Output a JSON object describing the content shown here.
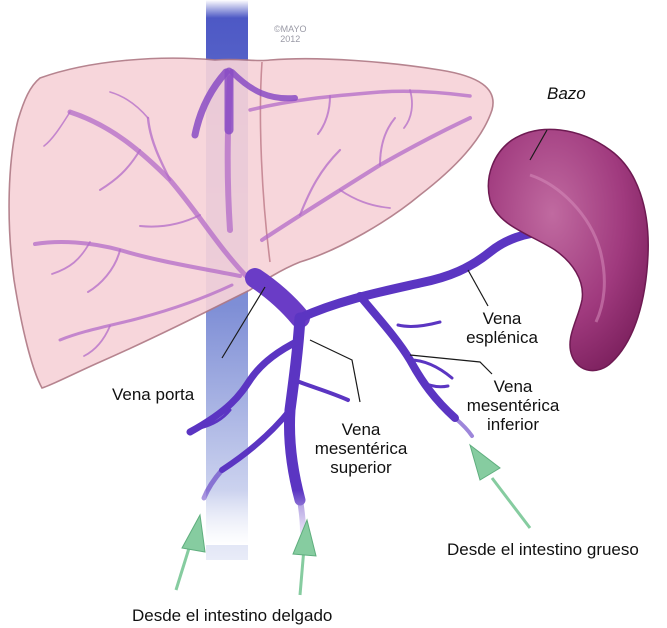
{
  "copyright": {
    "line1": "©MAYO",
    "line2": "2012"
  },
  "labels": {
    "spleen": "Bazo",
    "splenic_vein": {
      "line1": "Vena",
      "line2": "esplénica"
    },
    "portal_vein": "Vena porta",
    "inferior_mesenteric": {
      "line1": "Vena",
      "line2": "mesentérica",
      "line3": "inferior"
    },
    "superior_mesenteric": {
      "line1": "Vena",
      "line2": "mesentérica",
      "line3": "superior"
    },
    "from_large_intestine": "Desde el intestino grueso",
    "from_small_intestine": "Desde el intestino delgado"
  },
  "colors": {
    "liver_fill": "#f6d0d6",
    "liver_outline": "#b07a86",
    "vein_purple": "#5a34c0",
    "vena_cava_blue": "#6f7fce",
    "spleen_fill": "#9b2f75",
    "arrow_green": "#7cc79a"
  }
}
